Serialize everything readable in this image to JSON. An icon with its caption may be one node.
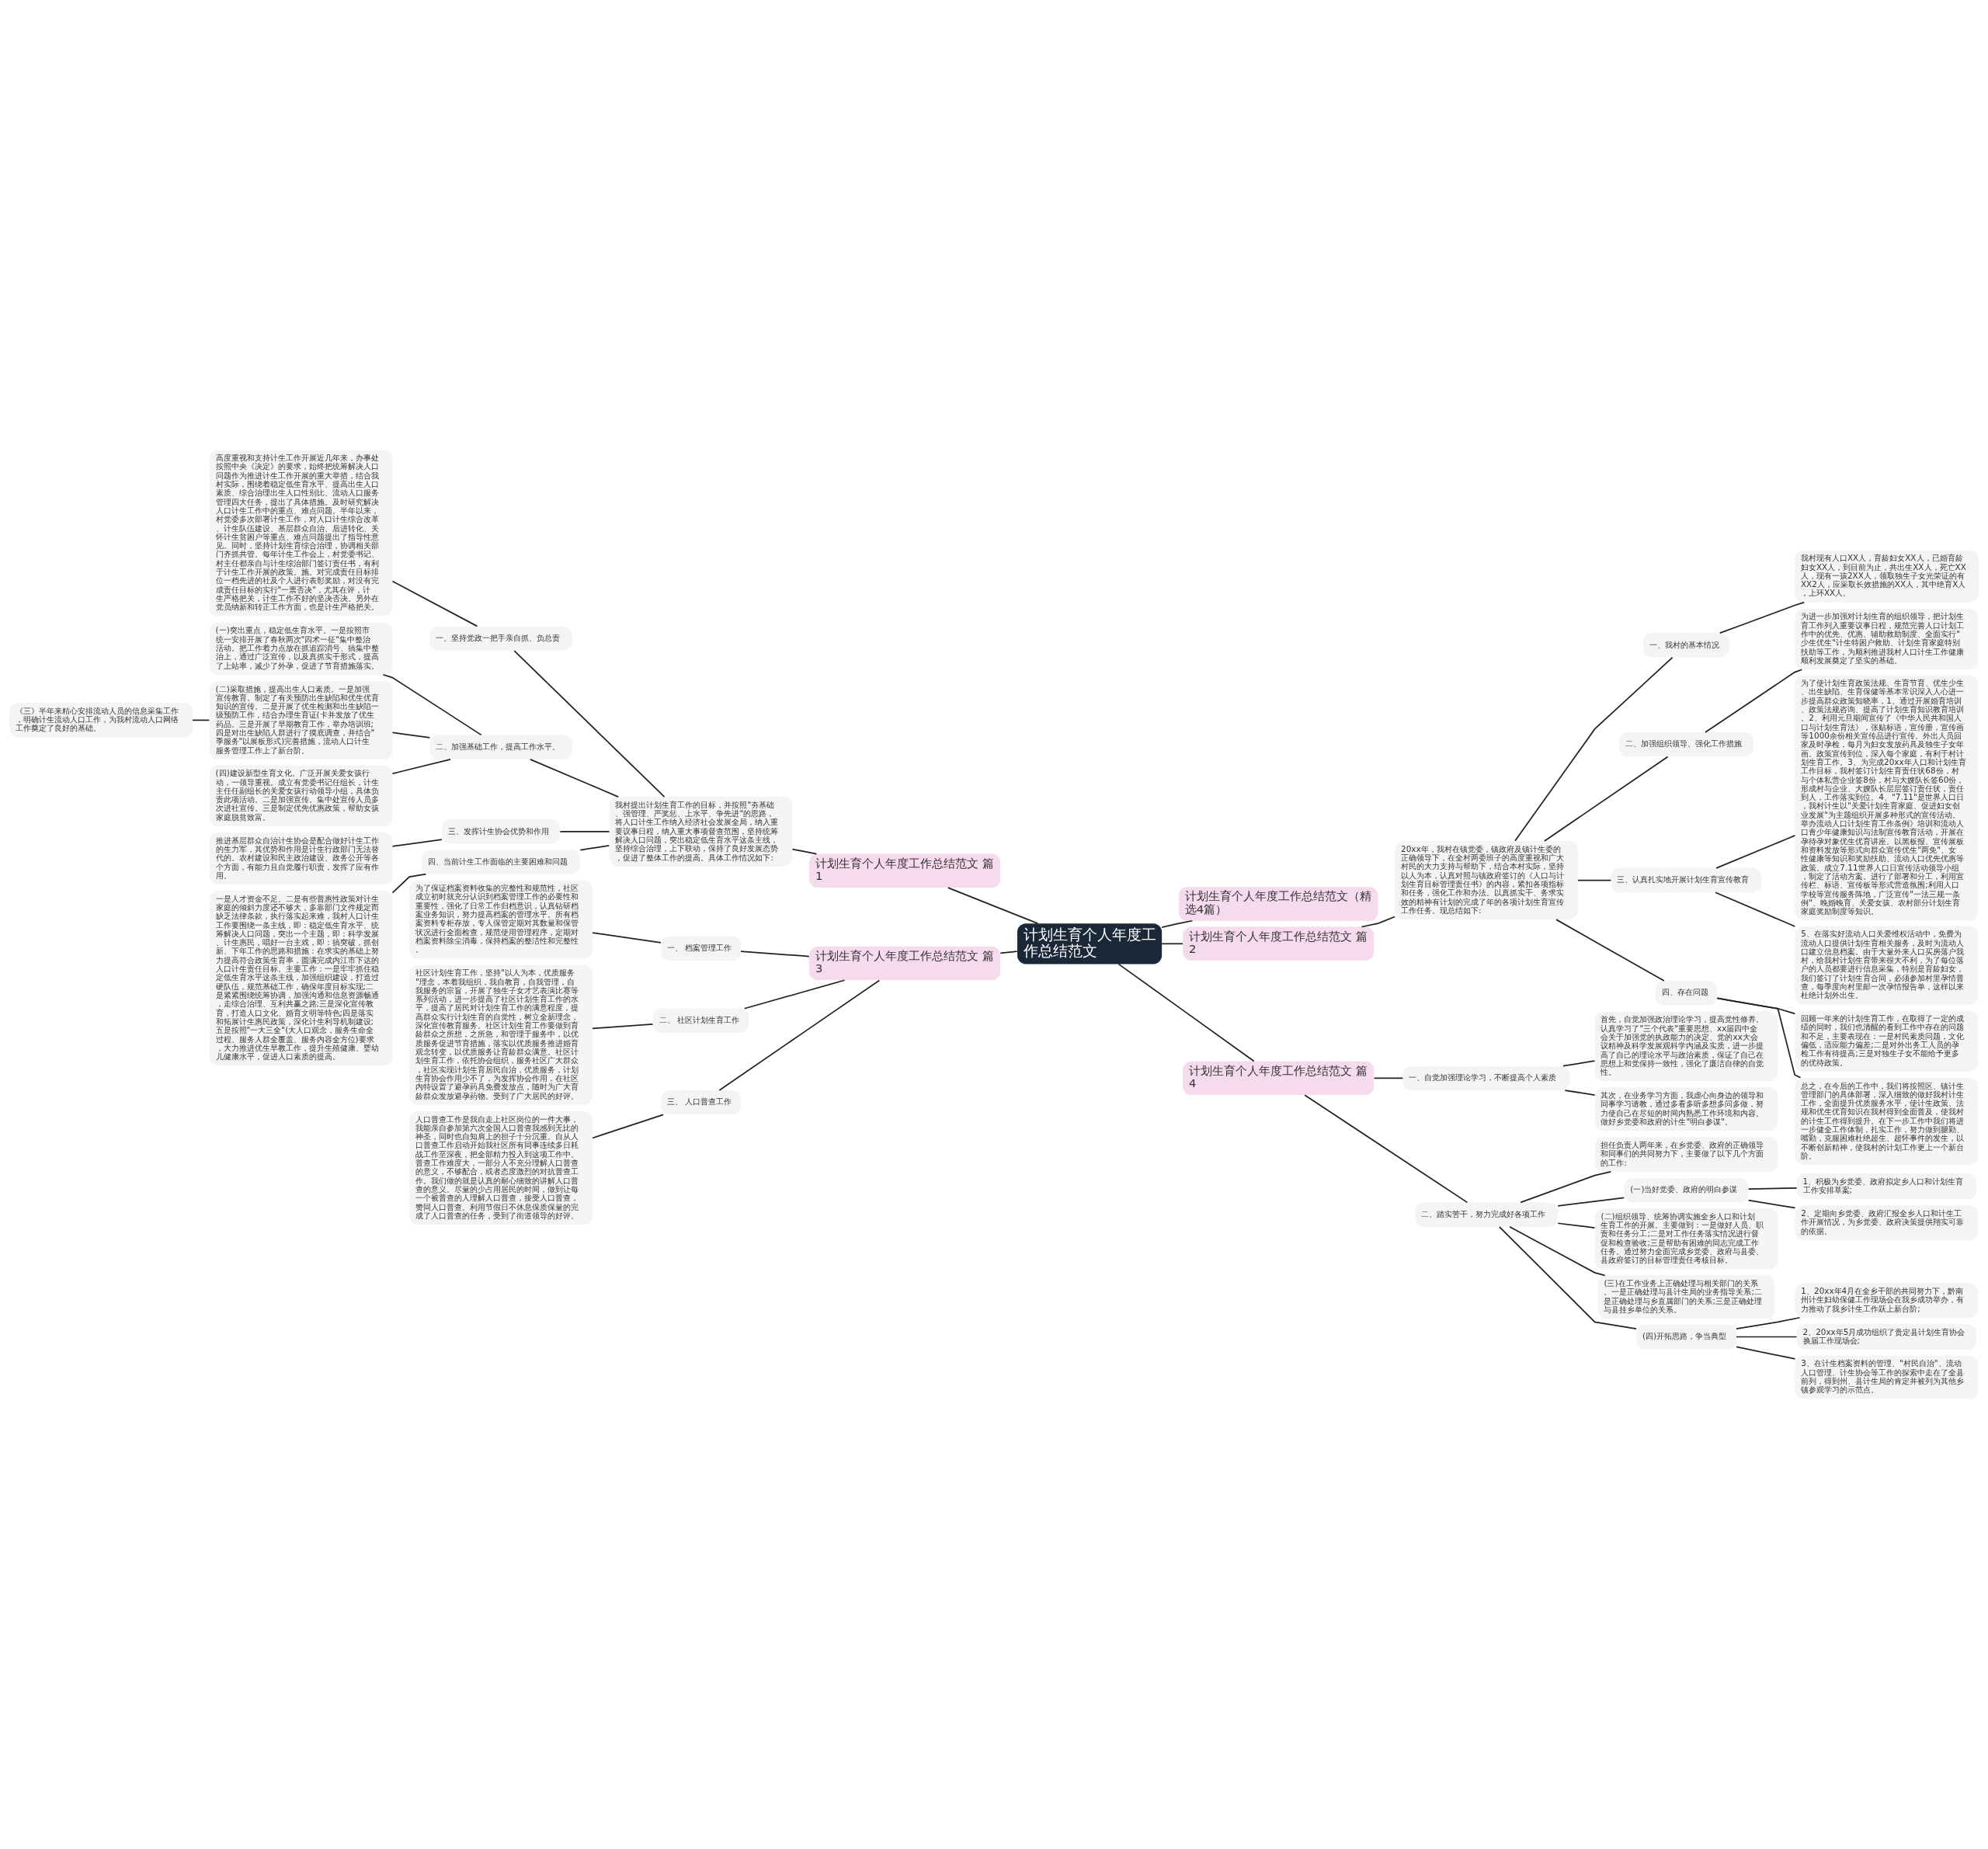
{
  "diagram": {
    "nodes": [
      {
        "text": [
          "计划生育个人年度工作总结范文"
        ]
      },
      {
        "text": [
          "计划生育个人年度工作总结范文（精选4篇）"
        ]
      },
      {
        "text": [
          "计划生育个人年度工作总结范文 篇1"
        ]
      },
      {
        "text": [
          "我村提出计划生育工作的目标，并按照\"夯基础、强管理、严奖惩、上水平、争先进\"的思路，将人口计生工作纳入经济社会发展全局，纳入重要议事日程，纳入重大事项督查范围，坚持统筹解决人口问题，突出稳定低生育水平这条主线，坚持综合治理，上下联动，保持了良好发展态势，促进了整体工作的提高。具体工作情况如下:"
        ]
      },
      {
        "text": [
          "一、坚持党政一把手亲自抓、负总责"
        ]
      },
      {
        "text": [
          "高度重视和支持计生工作开展近几年来，办事处按照中央《决定》的要求，始终把统筹解决人口问题作为推进计生工作开展的重大举措，结合我村实际，围绕着稳定低生育水平、提高出生人口素质、综合治理出生人口性别比、流动人口服务管理四大任务，提出了具体措施。及时研究解决人口计生工作中的重点、难点问题。半年以来，村党委多次部署计生工作，对人口计生综合改革、计生队伍建设、基层群众自治、后进转化、关怀计生贫困户等重点、难点问题提出了指导性意见。同时，坚持计划生育综合治理，协调相关部门齐抓共管。每年计生工作会上，村党委书记、村主任都亲自与计生综治部门签订责任书，有利于计生工作开展的政策。施。对完成责任目标排位一档先进的社及个人进行表彰奖励，对没有完成责任目标的实行\"一票否决\"，尤其在评，计生严格把关，计生工作不好的坚决否决。另外在党员纳新和转正工作方面，也是计生严格把关。"
        ]
      },
      {
        "text": [
          "二、加强基础工作，提高工作水平。"
        ]
      },
      {
        "text": [
          "(一)突出重点，稳定低生育水平。一是按照市统一安排开展了春秋两次\"四术一征\"集中整治活动。把工作着力点放在抓追踪消号、搞集中整治上，通过广泛宣传，以及真抓实干形式，提高了上站率，减少了外孕，促进了节育措施落实。"
        ]
      },
      {
        "text": [
          "(二)采取措施，提高出生人口素质。一是加强宣传教育。制定了有关预防出生缺陷和优生优育知识的宣传。二是开展了优生检测和出生缺陷一级预防工作，结合办理生育证(卡并发放了优生药品。三是开展了早期教育工作，举办培训班;四是对出生缺陷人群进行了摸底调查，并结合\"季服务\"以展板形式)完善措施，流动人口计生服务管理工作上了新台阶。"
        ]
      },
      {
        "text": [
          "(四)建设新型生育文化。广泛开展关爱女孩行动，一领导重视。成立有党委书记任组长，计生主任任副组长的关爱女孩行动领导小组，具体负责此项活动。二是加强宣传。集中处宣传人员多次进社宣传。三是制定优先优惠政策，帮助女孩家庭脱贫致富。"
        ]
      },
      {
        "text": [
          "《三》半年来精心安排流动人员的信息采集工作，明确计生流动人口工作，为我村流动人口网络工作奠定了良好的基础。"
        ]
      },
      {
        "text": [
          "三、发挥计生协会优势和作用"
        ]
      },
      {
        "text": [
          "推进基层群众自治计生协会是配合做好计生工作的生力军，其优势和作用是计生行政部门无法替代的。农村建设和民主政治建设、政务公开等各个方面，有能力且自觉履行职责，发挥了应有作用。"
        ]
      },
      {
        "text": [
          "四、当前计生工作面临的主要困难和问题"
        ]
      },
      {
        "text": [
          "一是人才资金不足。二是有些普惠性政策对计生家庭的倾斜力度还不够大，多靠部门文件规定而缺乏法律条款，执行落实起来难，我村人口计生工作要围绕一条主线，即：稳定低生育水平、统筹解决人口问题，突出一个主题，即：科学发展、计生惠民，唱好一台主戏，即：搞突破，抓创新、下年工作的思路和措施：在求实的基础上努力提高符合政策生育率，圆满完成内江市下达的人口计生责任目标。主要工作：一是牢牢抓住稳定低生育水平这条主线，加强组织建设，打造过硬队伍，规范基础工作，确保年度目标实现;二是紧紧围绕统筹协调，加强沟通和信息资源畅通，走综合治理、互利共赢之路;三是深化宣传教育，打造人口文化、婚育文明等特色;四是落实和拓展计生惠民政策，深化计生利导机制建设;五是按照\"一大三全\"(大人口观念，服务生命全过程、服务人群全覆盖、服务内容全方位)要求，大力推进优生早教工作，提升生殖健康、婴幼儿健康水平，促进人口素质的提高。"
        ]
      },
      {
        "text": [
          "计划生育个人年度工作总结范文 篇3"
        ]
      },
      {
        "text": [
          "一、 档案管理工作"
        ]
      },
      {
        "text": [
          "为了保证档案资料收集的完整性和规范性，社区成立初时就充分认识到档案管理工作的必要性和重要性，强化了日常工作归档意识，认真钻研档案业务知识，努力提高档案的管理水平。所有档案资料专柜存放，专人保管定期对其数量和保管状况进行全面检查，规范使用管理程序，定期对档案资料除尘消毒，保持档案的整洁性和完整性。"
        ]
      },
      {
        "text": [
          "二、 社区计划生育工作"
        ]
      },
      {
        "text": [
          "社区计划生育工作，坚持\"以人为本，优质服务\"理念，本着我组织，我自教育，自我管理，自我服务的宗旨，开展了独生子女才艺表演比赛等系列活动，进一步提高了社区计划生育工作的水平，提高了居民对计划生育工作的满意程度，提高群众实行计划生育的自觉性，树立全新理念，深化宣传教育服务。社区计划生育工作要做到育龄群众之所想，之所急，和管理于服务中，以优质服务促进节育措施，落实以优质服务推进婚育观念转变，以优质服务让育龄群众满意。社区计划生育工作，依托协会组织，服务社区广大群众，社区实现计划生育居民自治，优质服务，计划生育协会作用少不了，为发挥协会作用，在社区内特设置了避孕药具免费发放点，随时为广大育龄群众发放避孕药物。受到了广大居民的好评。"
        ]
      },
      {
        "text": [
          "三、 人口普查工作"
        ]
      },
      {
        "text": [
          "人口普查工作是我自走上社区岗位的一件大事，我能亲自参加第六次全国人口普查我感到无比的神圣，同时也自知肩上的担子十分沉重。自从人口普查工作启动开始我社区所有同事连续多日耗战工作至深夜，把全部精力投入到这项工作中。普查工作难度大，一部分人不充分理解人口普查的意义，不够配合，或者态度激烈的对抗普查工作。我们做的就是认真的耐心细致的讲解人口普查的意义。尽量的少占用居民的时间，做到让每一个被普查的人理解人口普查，接受人口普查，赞同人口普查。利用节假日不休息保质保量的完成了人口普查的任务，受到了街道领导的好评。"
        ]
      },
      {
        "text": [
          "计划生育个人年度工作总结范文 篇2"
        ]
      },
      {
        "text": [
          "20xx年，我村在镇党委，镇政府及镇计生委的正确领导下，在全村两委班子的高度重视和广大村民的大力支持与帮助下，结合本村实际，坚持以人为本，认真对照与镇政府签订的《人口与计划生育目标管理责任书》的内容，紧扣各项指标和任务，强化工作和办法。以真抓实干、务求实效的精神有计划的完成了年的各项计划生育宣传工作任务。现总结如下:"
        ]
      },
      {
        "text": [
          "一、我村的基本情况"
        ]
      },
      {
        "text": [
          "我村现有人口XX人，育龄妇女XX人，已婚育龄妇女XX人，到目前为止，共出生XX人，死亡XX人，现有一孩2XX人，领取独生子女光荣证的有XX2人，应采取长效措施的XX人，其中绝育X人，上环XX人。"
        ]
      },
      {
        "text": [
          "二、加强组织领导、强化工作措施"
        ]
      },
      {
        "text": [
          "为进一步加强对计划生育的组织领导，把计划生育工作列入重要议事日程，规范完善人口计划工作中的优先、优惠、辅助救助制度、全面实行\"少生优生\"计生特困户救助、计划生育家庭特别扶助等工作，为顺利推进我村人口计生工作健康顺利发展奠定了坚实的基础。"
        ]
      },
      {
        "text": [
          "三、认真扎实地开展计划生育宣传教育"
        ]
      },
      {
        "text": [
          "为了使计划生育政策法规、生育节育、优生少生、出生缺陷、生育保健等基本常识深入人心进一步提高群众政策知晓率，1、通过开展婚育培训、政策法规咨询、提高了计划生育知识教育培训。2、利用元旦期间宣传了《中华人民共和国人口与计划生育法》，张贴标语，宣传册，宣传画等1000余份相关宣传品进行宣传。外出人员回家及时孕检，每月为妇女发放药具及独生子女年画。政策宣传到位，深入每个家庭，有利于村计划生育工作。3、为完成20xx年人口和计划生育工作目标，我村签订计划生育责任状68份，村与个体私营企业签8份，村与大嫂队长签60份，形成村与企业、大嫂队长层层签订责任状，责任到人，工作落实到位。4、\"7.11\"是世界人口日，我村计生以\"关爱计划生育家庭、促进妇女创业发展\"为主题组织开展多种形式的宣传活动。举办流动人口计划生育工作条例》培训和流动人口青少年健康知识与法制宣传教育活动，开展在孕待孕对象优生优育讲座。以黑板报、宣传展板和资料发放等形式向群众宣传优生\"两免\"、女性健康等知识和奖励扶助、流动人口优先优惠等政策。成立7.11世界人口日宣传活动领导小组，制定了活动方案。进行了部署和分工，利用宣传栏、标语、宣传板等形式营造氛围;利用人口学校等宣传服务阵地，广泛宣传\"一法三规一条例\"、晚婚晚育、关爱女孩、农村部分计划生育家庭奖励制度等知识。"
        ]
      },
      {
        "text": [
          "5、在落实好流动人口关爱维权活动中，免费为流动人口提供计划生育相关服务，及时为流动人口建立信息档案。由于大量外来人口买房落户我村，给我村计划生育带来很大不利，为了每位落户的人员都要进行信息采集，特别是育龄妇女，我们签订了计划生育合同，必须参加村里孕情普查，每季度向村里邮一次孕情报告单，这样以来杜绝计划外出生。"
        ]
      },
      {
        "text": [
          "四、存在问题"
        ]
      },
      {
        "text": [
          "回顾一年来的计划生育工作，在取得了一定的成绩的同时，我们也清醒的看到工作中存在的问题和不足，主要表现在：一是村民素质问题，文化偏低，适应能力偏差;二是对外出务工人员的孕检工作有待提高;三是对独生子女不能给予更多的优待政策。"
        ]
      },
      {
        "text": [
          "总之，在今后的工作中，我们将按照区、镇计生管理部门的具体部署，深入细致的做好我村计生工作，全面提升优质服务水平，使计生政策、法规和优生优育知识在我村得到全面普及，使我村的计生工作得到提升。在下一步工作中我们将进一步健全工作体制，扎实工作，努力做到腿勤、嘴勤，克服困难杜绝超生、超怀事件的发生，以不断创新精神，使我村的计划工作更上一个新台阶。"
        ]
      },
      {
        "text": [
          "计划生育个人年度工作总结范文 篇4"
        ]
      },
      {
        "text": [
          "一、自觉加强理论学习，不断提高个人素质"
        ]
      },
      {
        "text": [
          "首先，自觉加强政治理论学习，提高党性修养。认真学习了\"三个代表\"重要思想、xx届四中全会关于加强党的执政能力的决定、党的xx大会议精神及科学发展观科学内涵及实质，进一步提高了自己的理论水平与政治素质，保证了自己在思想上和党保持一致性，强化了廉洁自律的自觉性。"
        ]
      },
      {
        "text": [
          "其次，在业务学习方面，我虚心向身边的领导和同事学习请教，通过多看多听多想多问多做，努力使自己在尽短的时间内熟悉工作环境和内容。做好乡党委和政府的计生\"明白参谋\"。"
        ]
      },
      {
        "text": [
          "二、踏实苦干，努力完成好各项工作"
        ]
      },
      {
        "text": [
          "担任负责人两年来，在乡党委、政府的正确领导和同事们的共同努力下，主要做了以下几个方面的工作:"
        ]
      },
      {
        "text": [
          "(一)当好党委、政府的明白参谋"
        ]
      },
      {
        "text": [
          "1、积极为乡党委、政府拟定乡人口和计划生育工作安排草案;"
        ]
      },
      {
        "text": [
          "2、定期向乡党委、政府汇报全乡人口和计生工作开展情况，为乡党委、政府决策提供翔实可靠的依据。"
        ]
      },
      {
        "text": [
          "(二)组织领导、统筹协调实施全乡人口和计划生育工作的开展。主要做到：一是做好人员、职责和任务分工;二是对工作任务落实情况进行督促和检查验收;三是帮助有困难的同志完成工作任务。通过努力全面完成乡党委、政府与县委、县政府签订的目标管理责任考核目标。"
        ]
      },
      {
        "text": [
          "(三)在工作业务上正确处理与相关部门的关系。一是正确处理与县计生局的业务指导关系;二是正确处理与乡直属部门的关系;三是正确处理与县挂乡单位的关系。"
        ]
      },
      {
        "text": [
          "(四)开拓思路，争当典型"
        ]
      },
      {
        "text": [
          "1、20xx年4月在全乡干部的共同努力下，黔南州计生妇幼保健工作现场会在我乡成功举办，有力推动了我乡计生工作跃上新台阶;"
        ]
      },
      {
        "text": [
          "2、20xx年5月成功组织了贵定县计划生育协会换届工作现场会;"
        ]
      },
      {
        "text": [
          "3、在计生档案资料的管理、\"村民自治\"、流动人口管理、计生协会等工作的探索中走在了全县前列，得到州、县计生局的肯定并被列为其他乡镇参观学习的示范点。"
        ]
      }
    ],
    "edges": [
      {
        "from": 0,
        "to": 1,
        "arrow": "none"
      },
      {
        "from": 0,
        "to": 2,
        "arrow": "none"
      },
      {
        "from": 2,
        "to": 3,
        "arrow": "none"
      },
      {
        "from": 3,
        "to": 4,
        "arrow": "none"
      },
      {
        "from": 4,
        "to": 5,
        "arrow": "none"
      },
      {
        "from": 3,
        "to": 6,
        "arrow": "none"
      },
      {
        "from": 6,
        "to": 7,
        "arrow": "none"
      },
      {
        "from": 6,
        "to": 8,
        "arrow": "none"
      },
      {
        "from": 6,
        "to": 9,
        "arrow": "none"
      },
      {
        "from": 8,
        "to": 10,
        "arrow": "none"
      },
      {
        "from": 3,
        "to": 11,
        "arrow": "none"
      },
      {
        "from": 11,
        "to": 12,
        "arrow": "none"
      },
      {
        "from": 3,
        "to": 13,
        "arrow": "none"
      },
      {
        "from": 13,
        "to": 14,
        "arrow": "none"
      },
      {
        "from": 0,
        "to": 15,
        "arrow": "none"
      },
      {
        "from": 15,
        "to": 16,
        "arrow": "none"
      },
      {
        "from": 16,
        "to": 17,
        "arrow": "none"
      },
      {
        "from": 15,
        "to": 18,
        "arrow": "none"
      },
      {
        "from": 18,
        "to": 19,
        "arrow": "none"
      },
      {
        "from": 15,
        "to": 20,
        "arrow": "none"
      },
      {
        "from": 20,
        "to": 21,
        "arrow": "none"
      },
      {
        "from": 0,
        "to": 22,
        "arrow": "none"
      },
      {
        "from": 22,
        "to": 23,
        "arrow": "none"
      },
      {
        "from": 23,
        "to": 24,
        "arrow": "none"
      },
      {
        "from": 24,
        "to": 25,
        "arrow": "none"
      },
      {
        "from": 23,
        "to": 26,
        "arrow": "none"
      },
      {
        "from": 26,
        "to": 27,
        "arrow": "none"
      },
      {
        "from": 23,
        "to": 28,
        "arrow": "none"
      },
      {
        "from": 28,
        "to": 29,
        "arrow": "none"
      },
      {
        "from": 28,
        "to": 30,
        "arrow": "none"
      },
      {
        "from": 23,
        "to": 31,
        "arrow": "none"
      },
      {
        "from": 31,
        "to": 32,
        "arrow": "none"
      },
      {
        "from": 31,
        "to": 33,
        "arrow": "none"
      },
      {
        "from": 0,
        "to": 34,
        "arrow": "none"
      },
      {
        "from": 34,
        "to": 35,
        "arrow": "none"
      },
      {
        "from": 35,
        "to": 36,
        "arrow": "none"
      },
      {
        "from": 35,
        "to": 37,
        "arrow": "none"
      },
      {
        "from": 34,
        "to": 38,
        "arrow": "none"
      },
      {
        "from": 38,
        "to": 39,
        "arrow": "none"
      },
      {
        "from": 38,
        "to": 40,
        "arrow": "none"
      },
      {
        "from": 40,
        "to": 41,
        "arrow": "none"
      },
      {
        "from": 40,
        "to": 42,
        "arrow": "none"
      },
      {
        "from": 38,
        "to": 43,
        "arrow": "none"
      },
      {
        "from": 38,
        "to": 44,
        "arrow": "none"
      },
      {
        "from": 38,
        "to": 45,
        "arrow": "none"
      },
      {
        "from": 45,
        "to": 46,
        "arrow": "none"
      },
      {
        "from": 45,
        "to": 47,
        "arrow": "none"
      },
      {
        "from": 45,
        "to": 48,
        "arrow": "none"
      }
    ]
  }
}
